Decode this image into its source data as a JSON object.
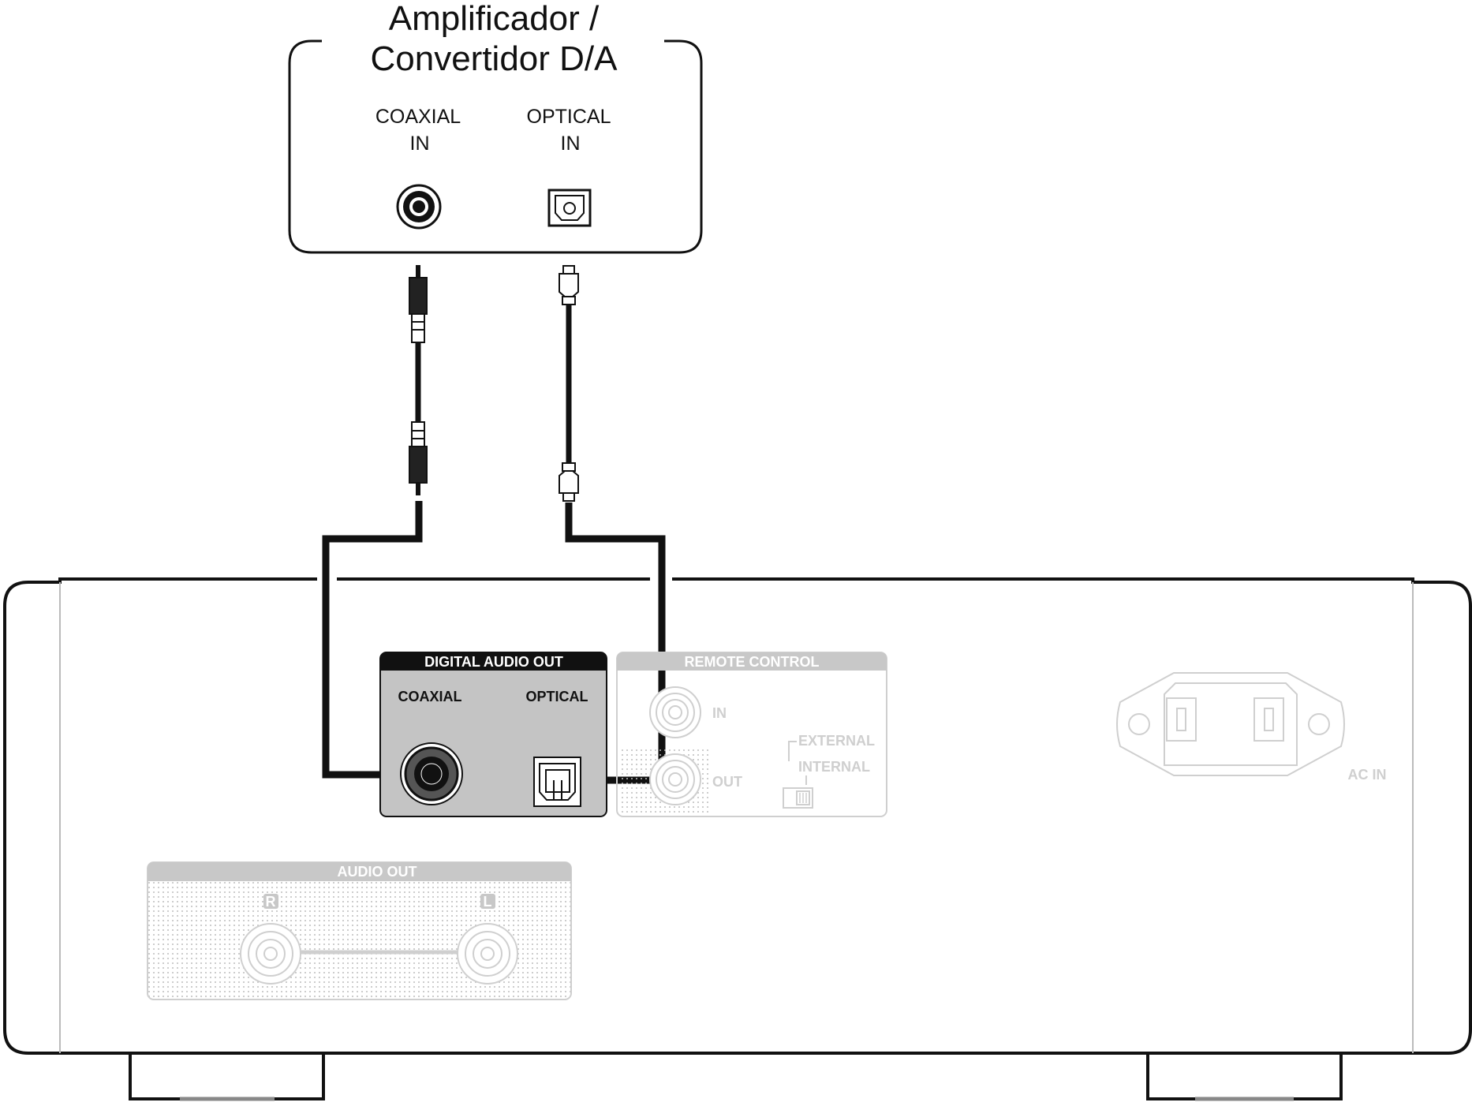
{
  "amplifier": {
    "title_line1": "Amplificador /",
    "title_line2": "Convertidor D/A",
    "coaxial_label_line1": "COAXIAL",
    "coaxial_label_line2": "IN",
    "optical_label_line1": "OPTICAL",
    "optical_label_line2": "IN"
  },
  "player": {
    "digital_audio_out": {
      "heading": "DIGITAL AUDIO OUT",
      "coaxial": "COAXIAL",
      "optical": "OPTICAL"
    },
    "remote_control": {
      "heading": "REMOTE CONTROL",
      "in": "IN",
      "out": "OUT",
      "external": "EXTERNAL",
      "internal": "INTERNAL"
    },
    "audio_out": {
      "heading": "AUDIO OUT",
      "right": "R",
      "left": "L"
    },
    "ac_in": "AC IN"
  },
  "colors": {
    "ink": "#111111",
    "faded": "#c8c8c8",
    "panel_gray": "#c4c4c4"
  }
}
